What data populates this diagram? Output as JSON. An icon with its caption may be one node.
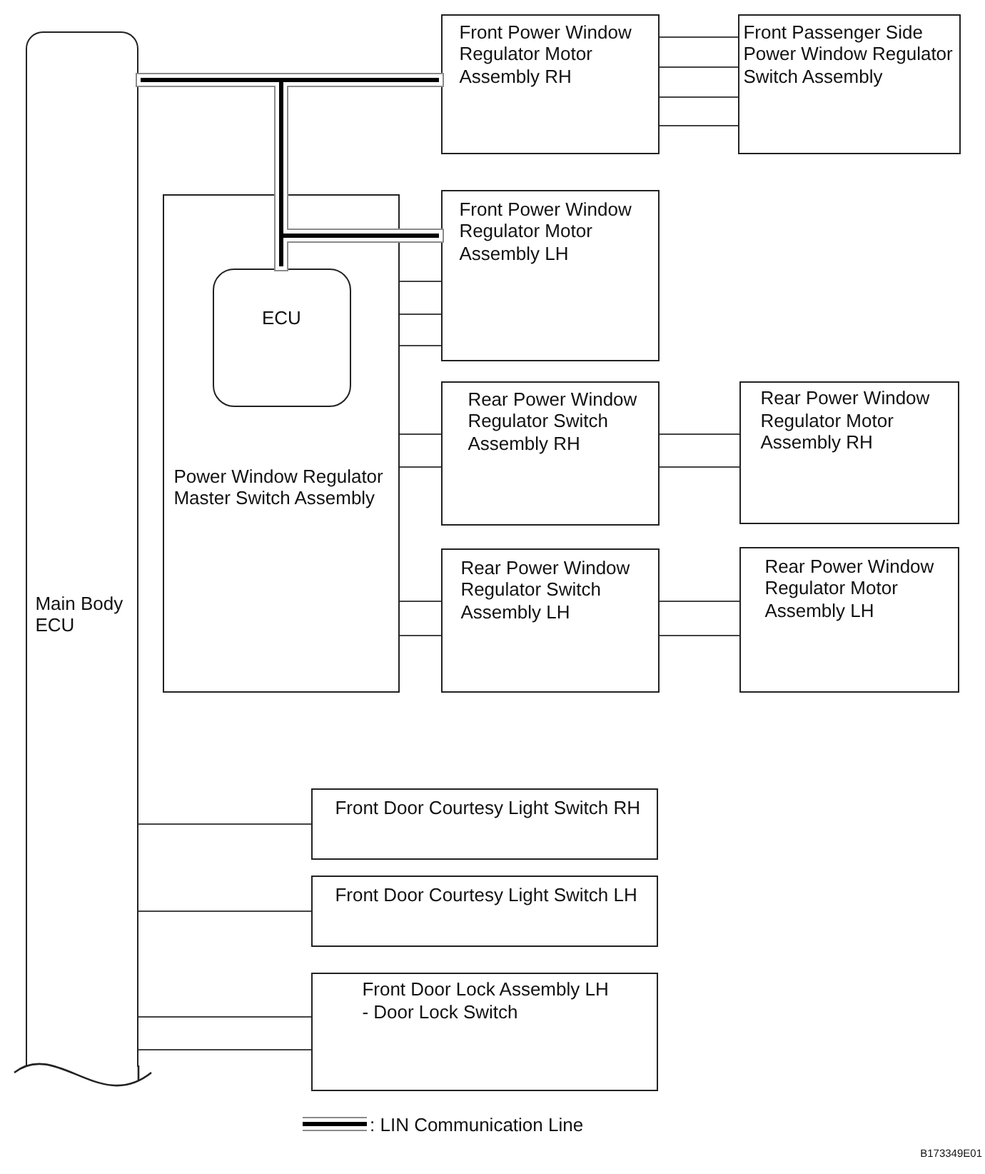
{
  "diagram": {
    "nodes": [
      {
        "text": [
          "Main Body ECU"
        ]
      },
      {
        "text": [
          "Front Power Window Regulator Motor Assembly RH"
        ]
      },
      {
        "text": [
          "Front Passenger Side Power Window Regulator Switch Assembly"
        ]
      },
      {
        "text": [
          "Power Window Regulator Master Switch Assembly"
        ]
      },
      {
        "text": [
          "ECU"
        ],
        "in": 3
      },
      {
        "text": [
          "Front Power Window Regulator Motor Assembly LH"
        ]
      },
      {
        "text": [
          "Rear Power Window Regulator Switch Assembly RH"
        ]
      },
      {
        "text": [
          "Rear Power Window Regulator Motor Assembly RH"
        ]
      },
      {
        "text": [
          "Rear Power Window Regulator Switch Assembly LH"
        ]
      },
      {
        "text": [
          "Rear Power Window Regulator Motor Assembly LH"
        ]
      },
      {
        "text": [
          "Front Door Courtesy Light Switch RH"
        ]
      },
      {
        "text": [
          "Front Door Courtesy Light Switch LH"
        ]
      },
      {
        "text": [
          "Front Door Lock Assembly LH",
          "- Door Lock Switch"
        ]
      }
    ],
    "edges": [
      {
        "from": 0,
        "to": 1,
        "arrow": "none",
        "style": "thick"
      },
      {
        "from": 0,
        "to": 5,
        "arrow": "none",
        "style": "thick"
      },
      {
        "from": 0,
        "to": 4,
        "arrow": "none",
        "style": "thick"
      },
      {
        "from": 1,
        "to": 2,
        "arrow": "none"
      },
      {
        "from": 1,
        "to": 2,
        "arrow": "none"
      },
      {
        "from": 1,
        "to": 2,
        "arrow": "none"
      },
      {
        "from": 1,
        "to": 2,
        "arrow": "none"
      },
      {
        "from": 3,
        "to": 5,
        "arrow": "none"
      },
      {
        "from": 3,
        "to": 5,
        "arrow": "none"
      },
      {
        "from": 3,
        "to": 5,
        "arrow": "none"
      },
      {
        "from": 3,
        "to": 6,
        "arrow": "none"
      },
      {
        "from": 3,
        "to": 6,
        "arrow": "none"
      },
      {
        "from": 6,
        "to": 7,
        "arrow": "none"
      },
      {
        "from": 6,
        "to": 7,
        "arrow": "none"
      },
      {
        "from": 3,
        "to": 8,
        "arrow": "none"
      },
      {
        "from": 3,
        "to": 8,
        "arrow": "none"
      },
      {
        "from": 8,
        "to": 9,
        "arrow": "none"
      },
      {
        "from": 8,
        "to": 9,
        "arrow": "none"
      },
      {
        "from": 0,
        "to": 10,
        "arrow": "none"
      },
      {
        "from": 0,
        "to": 11,
        "arrow": "none"
      },
      {
        "from": 0,
        "to": 12,
        "arrow": "none"
      },
      {
        "from": 0,
        "to": 12,
        "arrow": "none"
      },
      {
        "from": 1,
        "to": 5,
        "arrow": "none",
        "style": "thick"
      }
    ],
    "labels": [
      "B173349E01"
    ],
    "legend": [
      {
        "text": ": LIN Communication Line"
      }
    ]
  }
}
